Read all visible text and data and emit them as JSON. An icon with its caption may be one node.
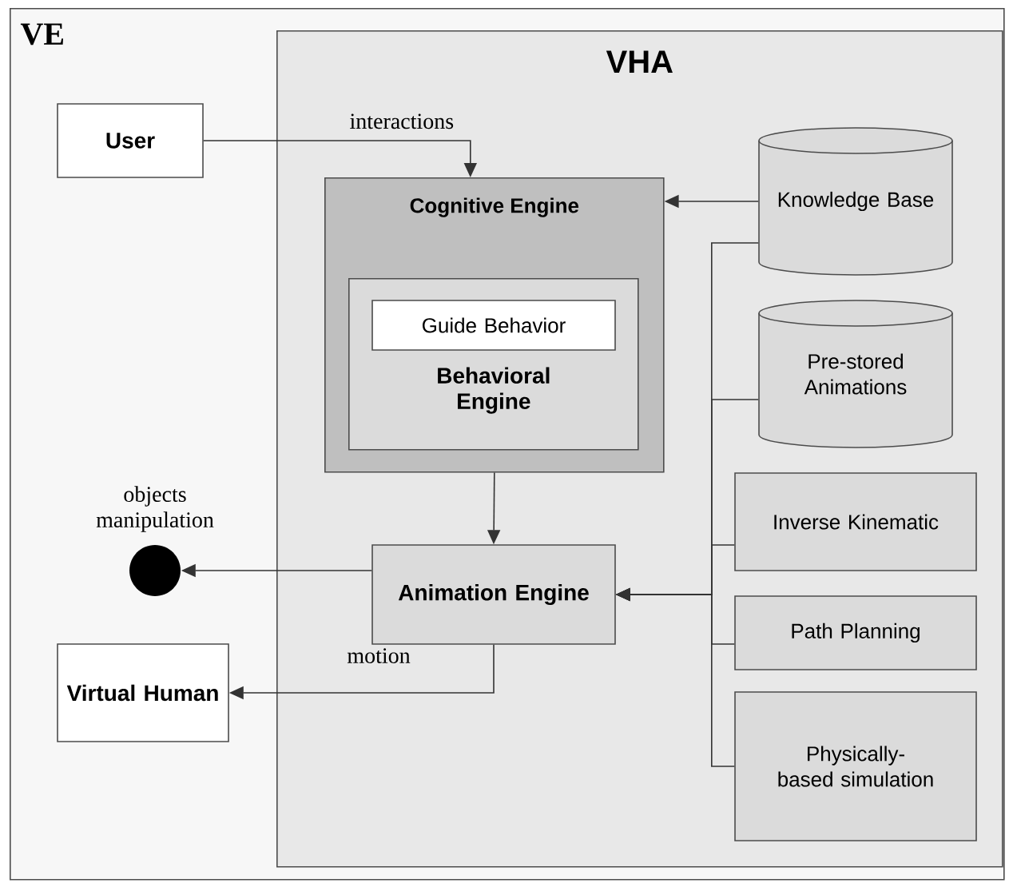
{
  "diagram": {
    "nodes": [
      {
        "text": [
          "VE"
        ]
      },
      {
        "text": [
          "VHA"
        ],
        "in": 0
      },
      {
        "text": [
          "User"
        ],
        "in": 0
      },
      {
        "text": [
          "Cognitive Engine"
        ],
        "in": 1
      },
      {
        "text": [
          "Behavioral Engine"
        ],
        "in": 3
      },
      {
        "text": [
          "Guide Behavior"
        ],
        "in": 4
      },
      {
        "text": [
          "Knowledge Base"
        ],
        "in": 1
      },
      {
        "text": [
          "Pre-stored Animations"
        ],
        "in": 1
      },
      {
        "text": [
          "Inverse Kinematic"
        ],
        "in": 1
      },
      {
        "text": [
          "Path Planning"
        ],
        "in": 1
      },
      {
        "text": [
          "Physically-based simulation"
        ],
        "in": 1
      },
      {
        "text": [
          "Animation Engine"
        ],
        "in": 1
      },
      {
        "text": [],
        "shape": "circle",
        "beside": [
          "objects manipulation"
        ],
        "in": 0
      },
      {
        "text": [
          "Virtual Human"
        ],
        "in": 0
      }
    ],
    "edges": [
      {
        "from": 2,
        "to": 3,
        "arrow": "to",
        "label": "interactions"
      },
      {
        "from": 6,
        "to": 3,
        "arrow": "to"
      },
      {
        "from": 3,
        "to": 11,
        "arrow": "to"
      },
      {
        "from": 11,
        "to": 12,
        "arrow": "to"
      },
      {
        "from": 11,
        "to": 13,
        "arrow": "to",
        "label": "motion"
      },
      {
        "from": 6,
        "to": 11,
        "arrow": "to"
      },
      {
        "from": 7,
        "to": 11,
        "arrow": "to"
      },
      {
        "from": 8,
        "to": 11,
        "arrow": "to"
      },
      {
        "from": 9,
        "to": 11,
        "arrow": "to"
      },
      {
        "from": 10,
        "to": 11,
        "arrow": "to"
      }
    ]
  }
}
